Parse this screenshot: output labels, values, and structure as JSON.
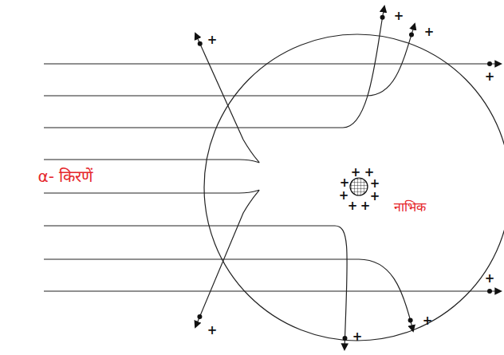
{
  "diagram": {
    "labels": [
      "α- किरणें",
      "नाभिक",
      "+",
      "+",
      "+",
      "+",
      "+",
      "+",
      "+",
      "+",
      "+",
      "+",
      "+",
      "+",
      "+",
      "+",
      "+",
      "+"
    ]
  }
}
